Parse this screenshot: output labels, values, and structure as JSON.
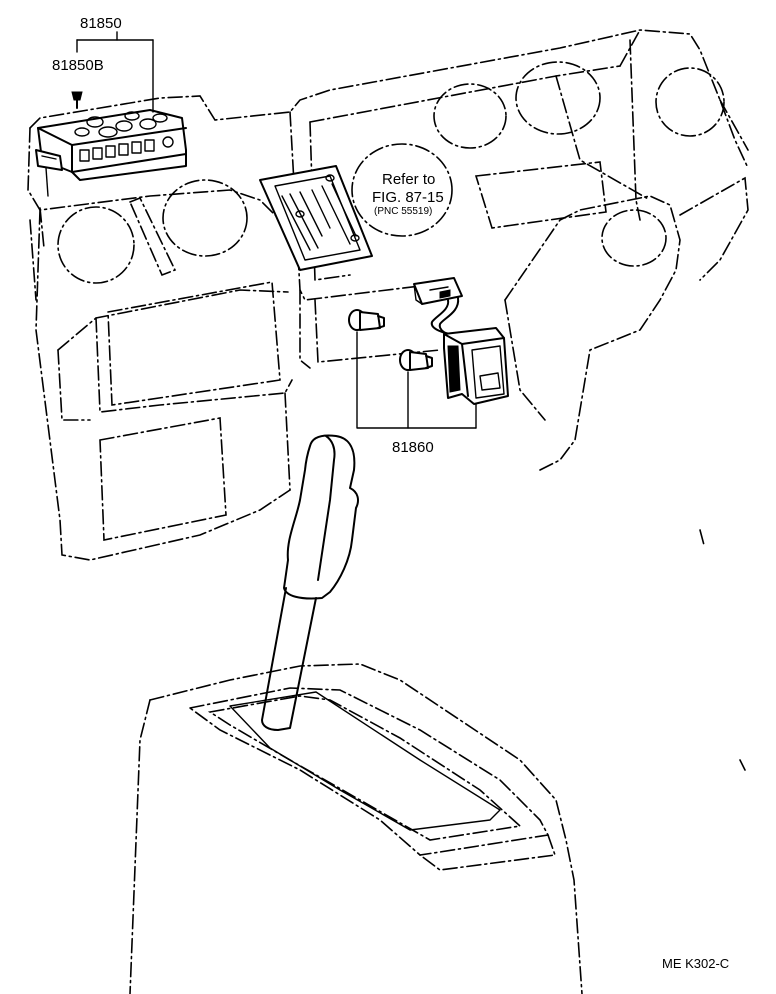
{
  "labels": {
    "part_81850": "81850",
    "part_81850b": "81850B",
    "part_81860": "81860",
    "refer_line1": "Refer to",
    "refer_line2": "FIG. 87-15",
    "refer_line3": "(PNC 55519)",
    "figure_code": "ME  K302-C"
  },
  "colors": {
    "line": "#000000",
    "background": "#ffffff"
  }
}
